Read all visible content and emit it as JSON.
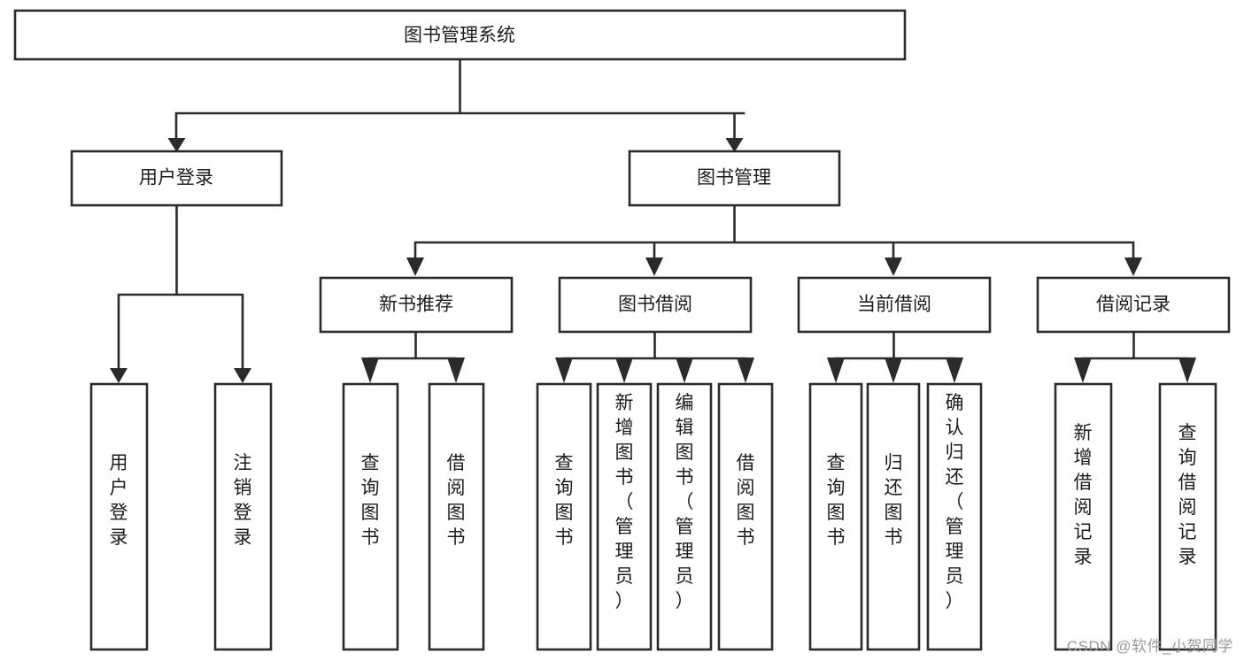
{
  "diagram": {
    "type": "tree-hierarchy",
    "title": "图书管理系统",
    "colors": {
      "stroke": "#2b2b2b",
      "fill": "#ffffff",
      "text": "#1c1c1c",
      "background": "#ffffff",
      "watermark": "#9a9a9a"
    },
    "levels": {
      "root": "图书管理系统",
      "level2": [
        "用户登录",
        "图书管理"
      ],
      "level3": [
        "新书推荐",
        "图书借阅",
        "当前借阅",
        "借阅记录"
      ]
    },
    "nodes": {
      "root": {
        "label": "图书管理系统"
      },
      "user_login": {
        "label": "用户登录"
      },
      "book_mgmt": {
        "label": "图书管理"
      },
      "new_book_rec": {
        "label": "新书推荐"
      },
      "book_borrow": {
        "label": "图书借阅"
      },
      "current_borrow": {
        "label": "当前借阅"
      },
      "borrow_record": {
        "label": "借阅记录"
      },
      "leaf_user_login": {
        "label": "用户登录"
      },
      "leaf_logout": {
        "label": "注销登录"
      },
      "leaf_query_book_1": {
        "label": "查询图书"
      },
      "leaf_borrow_book_1": {
        "label": "借阅图书"
      },
      "leaf_query_book_2": {
        "label": "查询图书"
      },
      "leaf_add_book": {
        "label": "新增图书（管理员）"
      },
      "leaf_edit_book": {
        "label": "编辑图书（管理员）"
      },
      "leaf_borrow_book_2": {
        "label": "借阅图书"
      },
      "leaf_query_book_3": {
        "label": "查询图书"
      },
      "leaf_return_book": {
        "label": "归还图书"
      },
      "leaf_confirm_return": {
        "label": "确认归还（管理员）"
      },
      "leaf_add_record": {
        "label": "新增借阅记录"
      },
      "leaf_query_record": {
        "label": "查询借阅记录"
      }
    },
    "edges": [
      {
        "from": "图书管理系统",
        "to": "用户登录"
      },
      {
        "from": "图书管理系统",
        "to": "图书管理"
      },
      {
        "from": "用户登录",
        "to": "用户登录"
      },
      {
        "from": "用户登录",
        "to": "注销登录"
      },
      {
        "from": "图书管理",
        "to": "新书推荐"
      },
      {
        "from": "图书管理",
        "to": "图书借阅"
      },
      {
        "from": "图书管理",
        "to": "当前借阅"
      },
      {
        "from": "图书管理",
        "to": "借阅记录"
      },
      {
        "from": "新书推荐",
        "to": "查询图书"
      },
      {
        "from": "新书推荐",
        "to": "借阅图书"
      },
      {
        "from": "图书借阅",
        "to": "查询图书"
      },
      {
        "from": "图书借阅",
        "to": "新增图书（管理员）"
      },
      {
        "from": "图书借阅",
        "to": "编辑图书（管理员）"
      },
      {
        "from": "图书借阅",
        "to": "借阅图书"
      },
      {
        "from": "当前借阅",
        "to": "查询图书"
      },
      {
        "from": "当前借阅",
        "to": "归还图书"
      },
      {
        "from": "当前借阅",
        "to": "确认归还（管理员）"
      },
      {
        "from": "借阅记录",
        "to": "新增借阅记录"
      },
      {
        "from": "借阅记录",
        "to": "查询借阅记录"
      }
    ]
  },
  "watermark": {
    "text": "CSDN @软件_小贺同学"
  }
}
